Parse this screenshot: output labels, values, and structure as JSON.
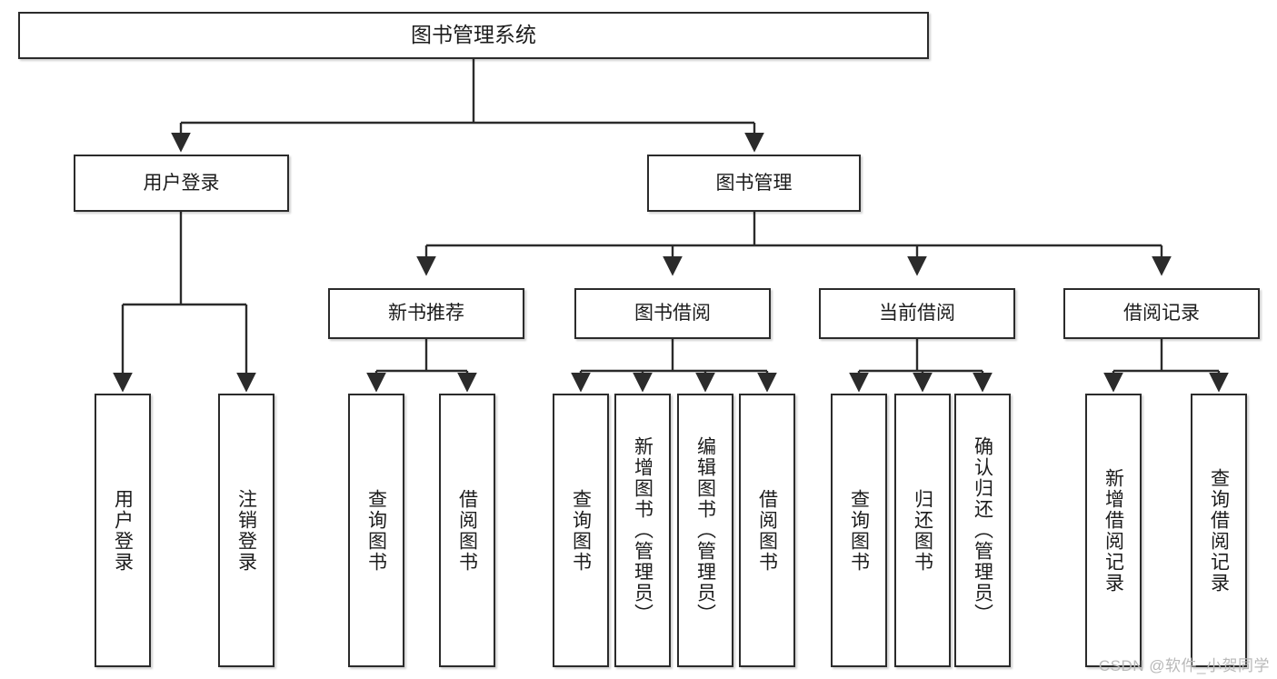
{
  "diagram": {
    "title": "图书管理系统",
    "type": "tree-hierarchy",
    "orientation": "top-down",
    "colors": {
      "box_border": "#2b2b2b",
      "box_fill": "#ffffff",
      "connector": "#2b2b2b",
      "text": "#1c1c1c",
      "watermark": "#b9b9b9",
      "background": "#ffffff"
    },
    "root": {
      "label": "图书管理系统"
    },
    "level1": [
      {
        "id": "user-login",
        "label": "用户登录"
      },
      {
        "id": "book-management",
        "label": "图书管理"
      }
    ],
    "level2": [
      {
        "id": "new-book-recommend",
        "label": "新书推荐"
      },
      {
        "id": "book-borrow",
        "label": "图书借阅"
      },
      {
        "id": "current-borrow",
        "label": "当前借阅"
      },
      {
        "id": "borrow-record",
        "label": "借阅记录"
      }
    ],
    "leaves": {
      "user_login": [
        {
          "id": "leaf-user-login",
          "label": "用户登录"
        },
        {
          "id": "leaf-user-logout",
          "label": "注销登录"
        }
      ],
      "new_book_recommend": [
        {
          "id": "leaf-query-book-1",
          "label": "查询图书"
        },
        {
          "id": "leaf-borrow-book-1",
          "label": "借阅图书"
        }
      ],
      "book_borrow": [
        {
          "id": "leaf-query-book-2",
          "label": "查询图书"
        },
        {
          "id": "leaf-add-book",
          "label": "新增图书（管理员）"
        },
        {
          "id": "leaf-edit-book",
          "label": "编辑图书（管理员）"
        },
        {
          "id": "leaf-borrow-book-2",
          "label": "借阅图书"
        }
      ],
      "current_borrow": [
        {
          "id": "leaf-query-book-3",
          "label": "查询图书"
        },
        {
          "id": "leaf-return-book",
          "label": "归还图书"
        },
        {
          "id": "leaf-confirm-return",
          "label": "确认归还（管理员）"
        }
      ],
      "borrow_record": [
        {
          "id": "leaf-add-record",
          "label": "新增借阅记录"
        },
        {
          "id": "leaf-query-record",
          "label": "查询借阅记录"
        }
      ]
    }
  },
  "watermark": {
    "text": "CSDN @软件_小贺同学"
  }
}
